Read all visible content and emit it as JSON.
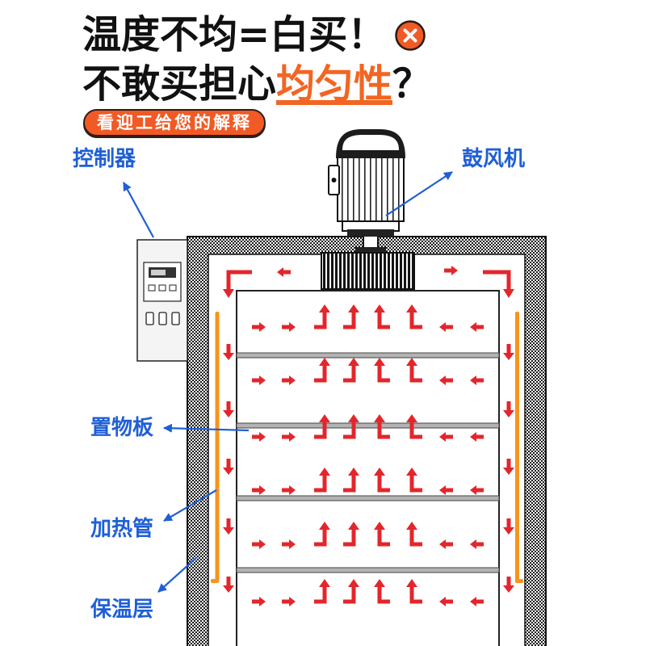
{
  "headline": {
    "line1": "温度不均=白买！",
    "line2_prefix": "不敢买担心",
    "line2_highlight": "均匀性",
    "line2_suffix": "？"
  },
  "badge": {
    "text": "看迎工给您的解释"
  },
  "labels": {
    "controller": "控制器",
    "blower": "鼓风机",
    "shelf": "置物板",
    "heating_tube": "加热管",
    "insulation_layer": "保温层"
  },
  "icons": {
    "headline_mark": "close-circle-icon"
  },
  "colors": {
    "accent_orange": "#f26522",
    "badge_fill": "#f15a24",
    "label_blue": "#1f5fd6",
    "airflow_red": "#e3262b",
    "heater_orange": "#f7941d"
  }
}
